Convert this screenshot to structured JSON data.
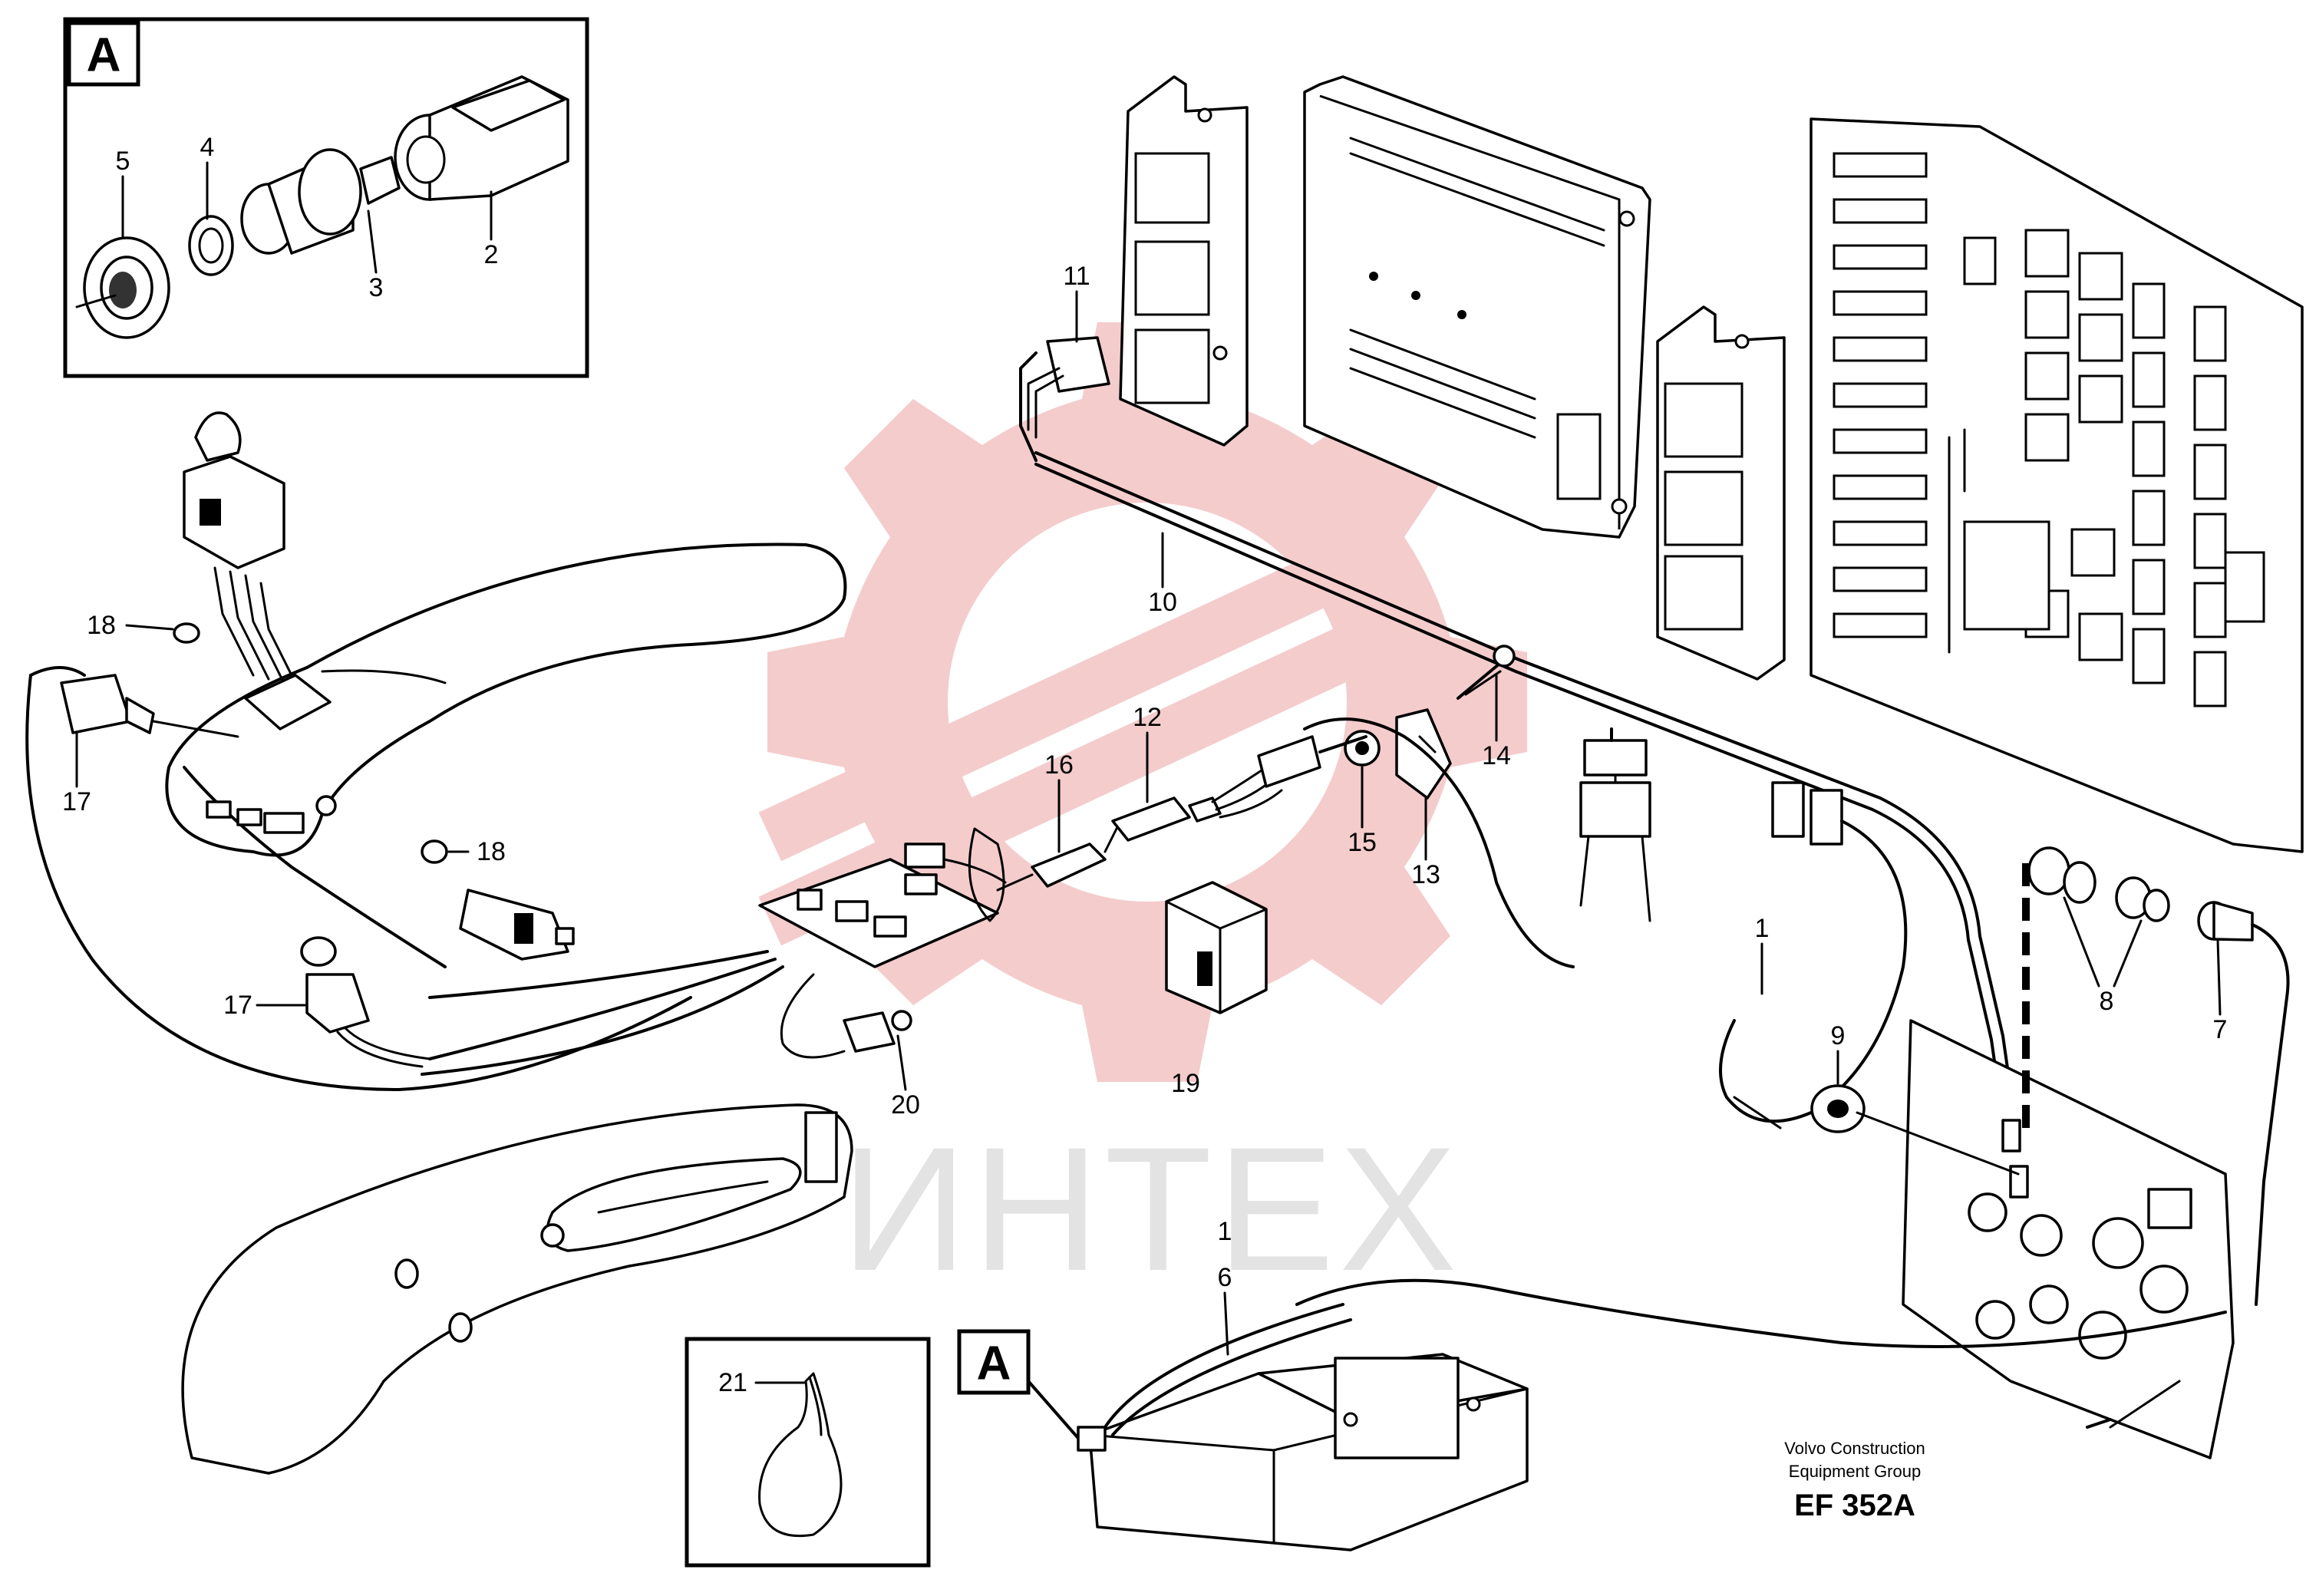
{
  "inset_box_label": "A",
  "callout_box_label": "A",
  "watermark": "ИНТЕХ",
  "credit_line1": "Volvo Construction",
  "credit_line2": "Equipment Group",
  "drawing_code": "EF 352A",
  "callouts": {
    "c1a": "1",
    "c1b": "1",
    "c2": "2",
    "c3": "3",
    "c4": "4",
    "c5": "5",
    "c6": "6",
    "c7": "7",
    "c8": "8",
    "c9": "9",
    "c10": "10",
    "c11": "11",
    "c12": "12",
    "c13": "13",
    "c14": "14",
    "c15": "15",
    "c16": "16",
    "c17a": "17",
    "c17b": "17",
    "c18a": "18",
    "c18b": "18",
    "c19": "19",
    "c20": "20",
    "c21": "21"
  }
}
